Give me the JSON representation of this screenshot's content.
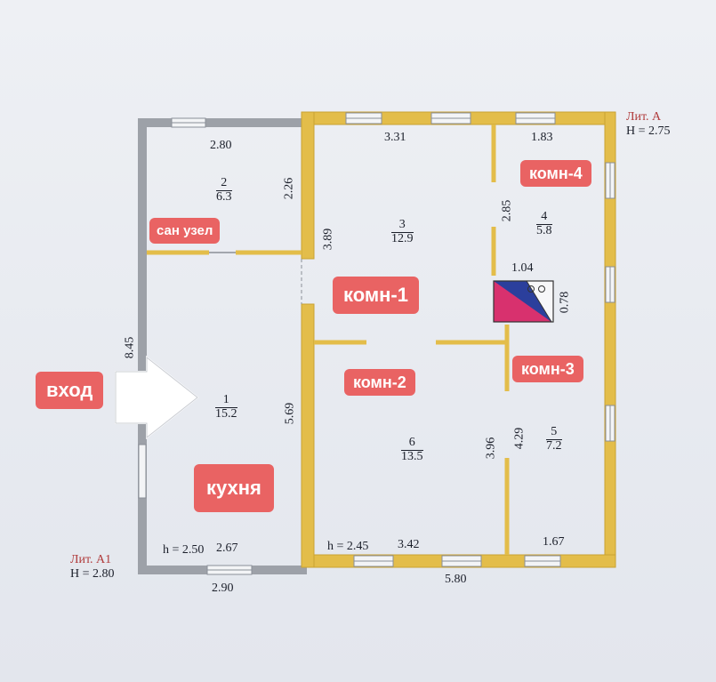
{
  "lit_a": {
    "title": "Лит. А",
    "height": "H = 2.75"
  },
  "lit_a1": {
    "title": "Лит. А1",
    "height": "H = 2.80"
  },
  "rooms": [
    {
      "num": "1",
      "area": "15.2"
    },
    {
      "num": "2",
      "area": "6.3"
    },
    {
      "num": "3",
      "area": "12.9"
    },
    {
      "num": "4",
      "area": "5.8"
    },
    {
      "num": "5",
      "area": "7.2"
    },
    {
      "num": "6",
      "area": "13.5"
    }
  ],
  "dimensions": {
    "d280_top": "2.80",
    "d331": "3.31",
    "d183": "1.83",
    "d226": "2.26",
    "d389": "3.89",
    "d285": "2.85",
    "d104": "1.04",
    "d078": "0.78",
    "d845": "8.45",
    "d569": "5.69",
    "d396": "3.96",
    "d429": "4.29",
    "d267": "2.67",
    "d342": "3.42",
    "d167": "1.67",
    "d290": "2.90",
    "d580": "5.80"
  },
  "ceiling": {
    "h_left": "h = 2.50",
    "h_mid": "h = 2.45"
  },
  "labels": {
    "san_uzel": "сан узел",
    "komn1": "комн-1",
    "komn2": "комн-2",
    "komn3": "комн-3",
    "komn4": "комн-4",
    "vhod": "вход",
    "kuhnya": "кухня"
  },
  "colors": {
    "wall_main": "#e3bd4a",
    "wall_ext": "#9a9ea6",
    "tag": "#e96363"
  }
}
